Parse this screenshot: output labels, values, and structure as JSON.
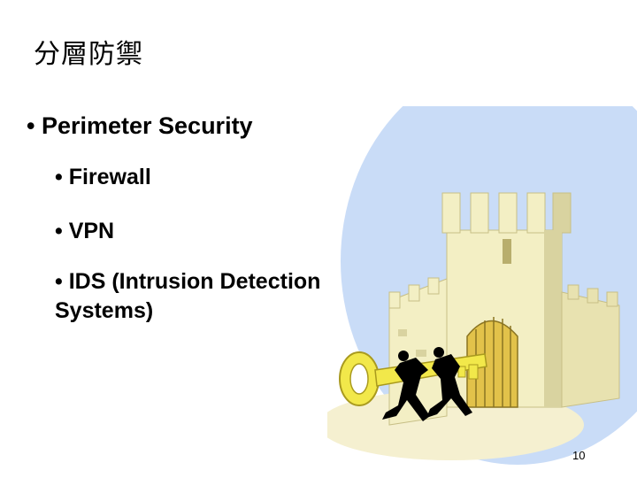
{
  "slide": {
    "title": "分層防禦",
    "bullets": {
      "perimeter": "• Perimeter Security",
      "firewall": "• Firewall",
      "vpn": "• VPN",
      "ids": "• IDS (Intrusion Detection Systems)"
    },
    "page_number": "10"
  },
  "illustration": {
    "subject": "castle-with-key-clipart",
    "colors": {
      "sky_oval": "#c9dcf7",
      "castle_wall": "#f3efc4",
      "castle_shadow": "#d9d3a0",
      "gate": "#e2c24a",
      "key": "#f2e84a",
      "figures": "#000000"
    }
  }
}
